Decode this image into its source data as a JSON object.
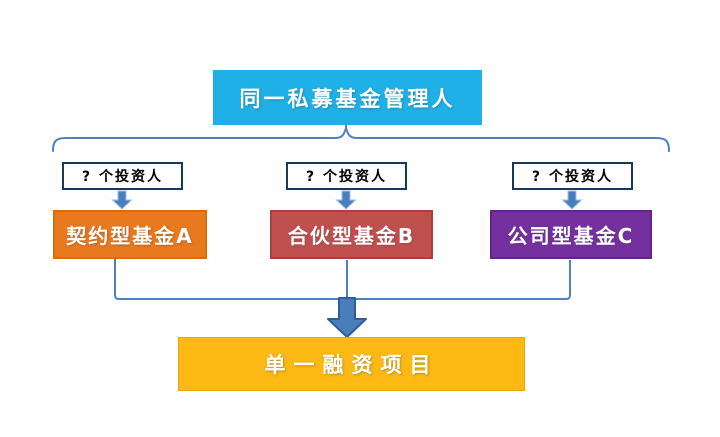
{
  "palette": {
    "connector": "#4F81BD",
    "arrow_fill": "#4A7EBB",
    "arrow_border": "#2E5E95",
    "label_box_border": "#17375E"
  },
  "manager": {
    "label": "同一私募基金管理人",
    "color": "#1FB0E8"
  },
  "investors": [
    {
      "label": "? 个投资人"
    },
    {
      "label": "? 个投资人"
    },
    {
      "label": "? 个投资人"
    }
  ],
  "funds": [
    {
      "label": "契约型基金A",
      "color": "#E8791E"
    },
    {
      "label": "合伙型基金B",
      "color": "#C0504D"
    },
    {
      "label": "公司型基金C",
      "color": "#7530A0"
    }
  ],
  "project": {
    "label": "单一融资项目",
    "color": "#FCB813"
  }
}
